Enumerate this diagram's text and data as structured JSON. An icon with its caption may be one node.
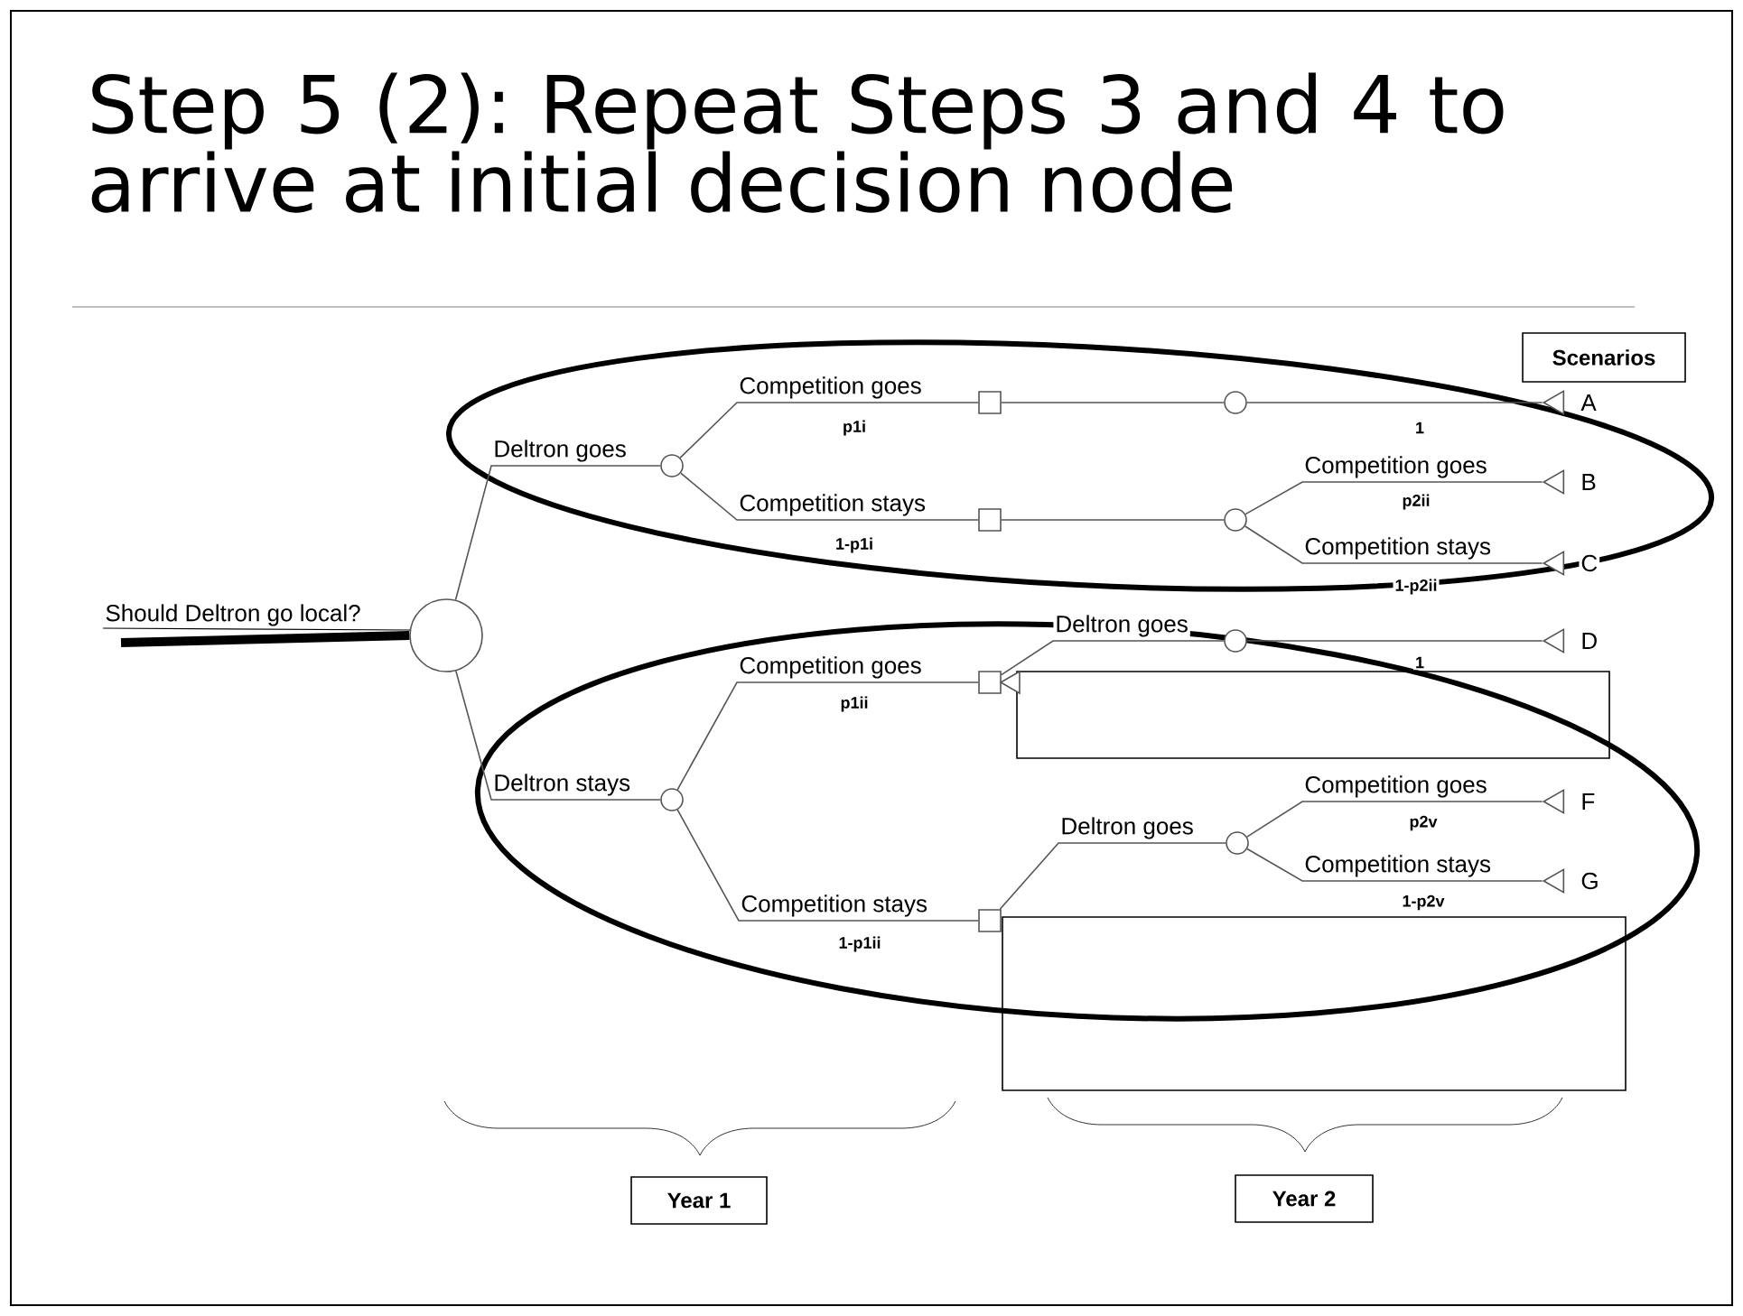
{
  "diagram": {
    "title": "Step 5 (2): Repeat Steps 3 and 4 to arrive at initial decision node",
    "nodes": [
      {
        "text": [],
        "shape": "circle"
      },
      {
        "text": [],
        "shape": "circle"
      },
      {
        "text": [],
        "shape": "circle"
      },
      {
        "text": [],
        "shape": "box"
      },
      {
        "text": [],
        "shape": "box"
      },
      {
        "text": [],
        "shape": "circle"
      },
      {
        "text": [],
        "shape": "circle"
      },
      {
        "text": [],
        "shape": "triangle",
        "beside": [
          "A"
        ]
      },
      {
        "text": [],
        "shape": "triangle",
        "beside": [
          "B"
        ]
      },
      {
        "text": [],
        "shape": "triangle",
        "beside": [
          "C"
        ]
      },
      {
        "text": [],
        "shape": "box"
      },
      {
        "text": [],
        "shape": "box"
      },
      {
        "text": [],
        "shape": "circle"
      },
      {
        "text": [],
        "shape": "triangle",
        "beside": [
          "D"
        ]
      },
      {
        "text": [],
        "shape": "triangle"
      },
      {
        "text": [],
        "shape": "circle"
      },
      {
        "text": [],
        "shape": "triangle",
        "beside": [
          "F"
        ]
      },
      {
        "text": [],
        "shape": "triangle",
        "beside": [
          "G"
        ]
      }
    ],
    "edges": [
      {
        "from": null,
        "to": 0,
        "arrow": "none",
        "style": "thick",
        "color": "#000000",
        "label": "Should Deltron go local?"
      },
      {
        "from": 0,
        "to": 1,
        "arrow": "none",
        "label": "Deltron goes"
      },
      {
        "from": 0,
        "to": 2,
        "arrow": "none",
        "label": "Deltron stays"
      },
      {
        "from": 1,
        "to": 3,
        "arrow": "none",
        "label": "Competition goes"
      },
      {
        "from": 1,
        "to": 4,
        "arrow": "none",
        "label": "Competition stays"
      },
      {
        "from": 3,
        "to": 5,
        "arrow": "none"
      },
      {
        "from": 5,
        "to": 7,
        "arrow": "none"
      },
      {
        "from": 4,
        "to": 6,
        "arrow": "none"
      },
      {
        "from": 6,
        "to": 8,
        "arrow": "none",
        "label": "Competition goes"
      },
      {
        "from": 6,
        "to": 9,
        "arrow": "none",
        "label": "Competition stays"
      },
      {
        "from": 2,
        "to": 10,
        "arrow": "none",
        "label": "Competition goes"
      },
      {
        "from": 2,
        "to": 11,
        "arrow": "none",
        "label": "Competition stays"
      },
      {
        "from": 10,
        "to": 12,
        "arrow": "none",
        "label": "Deltron goes"
      },
      {
        "from": 12,
        "to": 13,
        "arrow": "none"
      },
      {
        "from": 11,
        "to": 15,
        "arrow": "none",
        "label": "Deltron goes"
      },
      {
        "from": 15,
        "to": 16,
        "arrow": "none",
        "label": "Competition goes"
      },
      {
        "from": 15,
        "to": 17,
        "arrow": "none",
        "label": "Competition stays"
      }
    ],
    "labels": [
      "Scenarios",
      "p1i",
      "1",
      "p2ii",
      "1-p1i",
      "1-p2ii",
      "1",
      "p1ii",
      "p2v",
      "1-p2v",
      "1-p1ii",
      "Year 1",
      "Year 2"
    ]
  }
}
